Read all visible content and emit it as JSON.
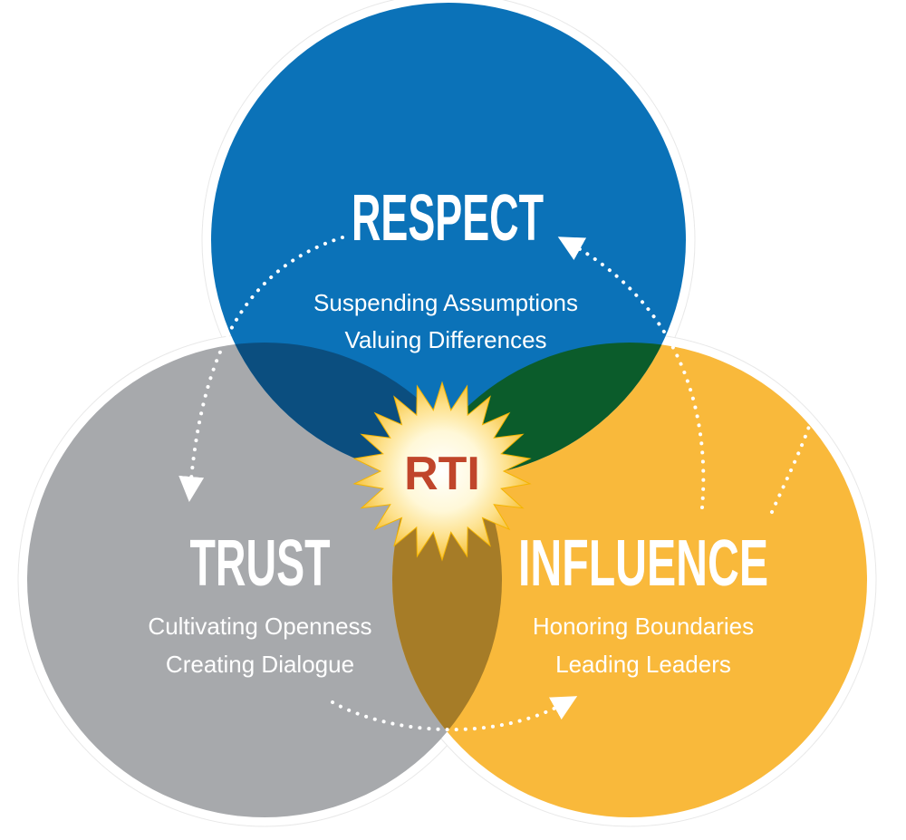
{
  "colors": {
    "respect": "#0B72B8",
    "trust": "#A7A9AC",
    "influence": "#F9B93B",
    "respect_trust": "#0B4E7F",
    "respect_influence": "#0B5C2B",
    "trust_influence": "#A67C27",
    "center_text": "#C0452A"
  },
  "circles": {
    "respect": {
      "title": "RESPECT",
      "lines": [
        "Suspending Assumptions",
        "Valuing Differences"
      ]
    },
    "trust": {
      "title": "TRUST",
      "lines": [
        "Cultivating Openness",
        "Creating Dialogue"
      ]
    },
    "influence": {
      "title": "INFLUENCE",
      "lines": [
        "Honoring Boundaries",
        "Leading Leaders"
      ]
    }
  },
  "center": {
    "label": "RTI"
  }
}
